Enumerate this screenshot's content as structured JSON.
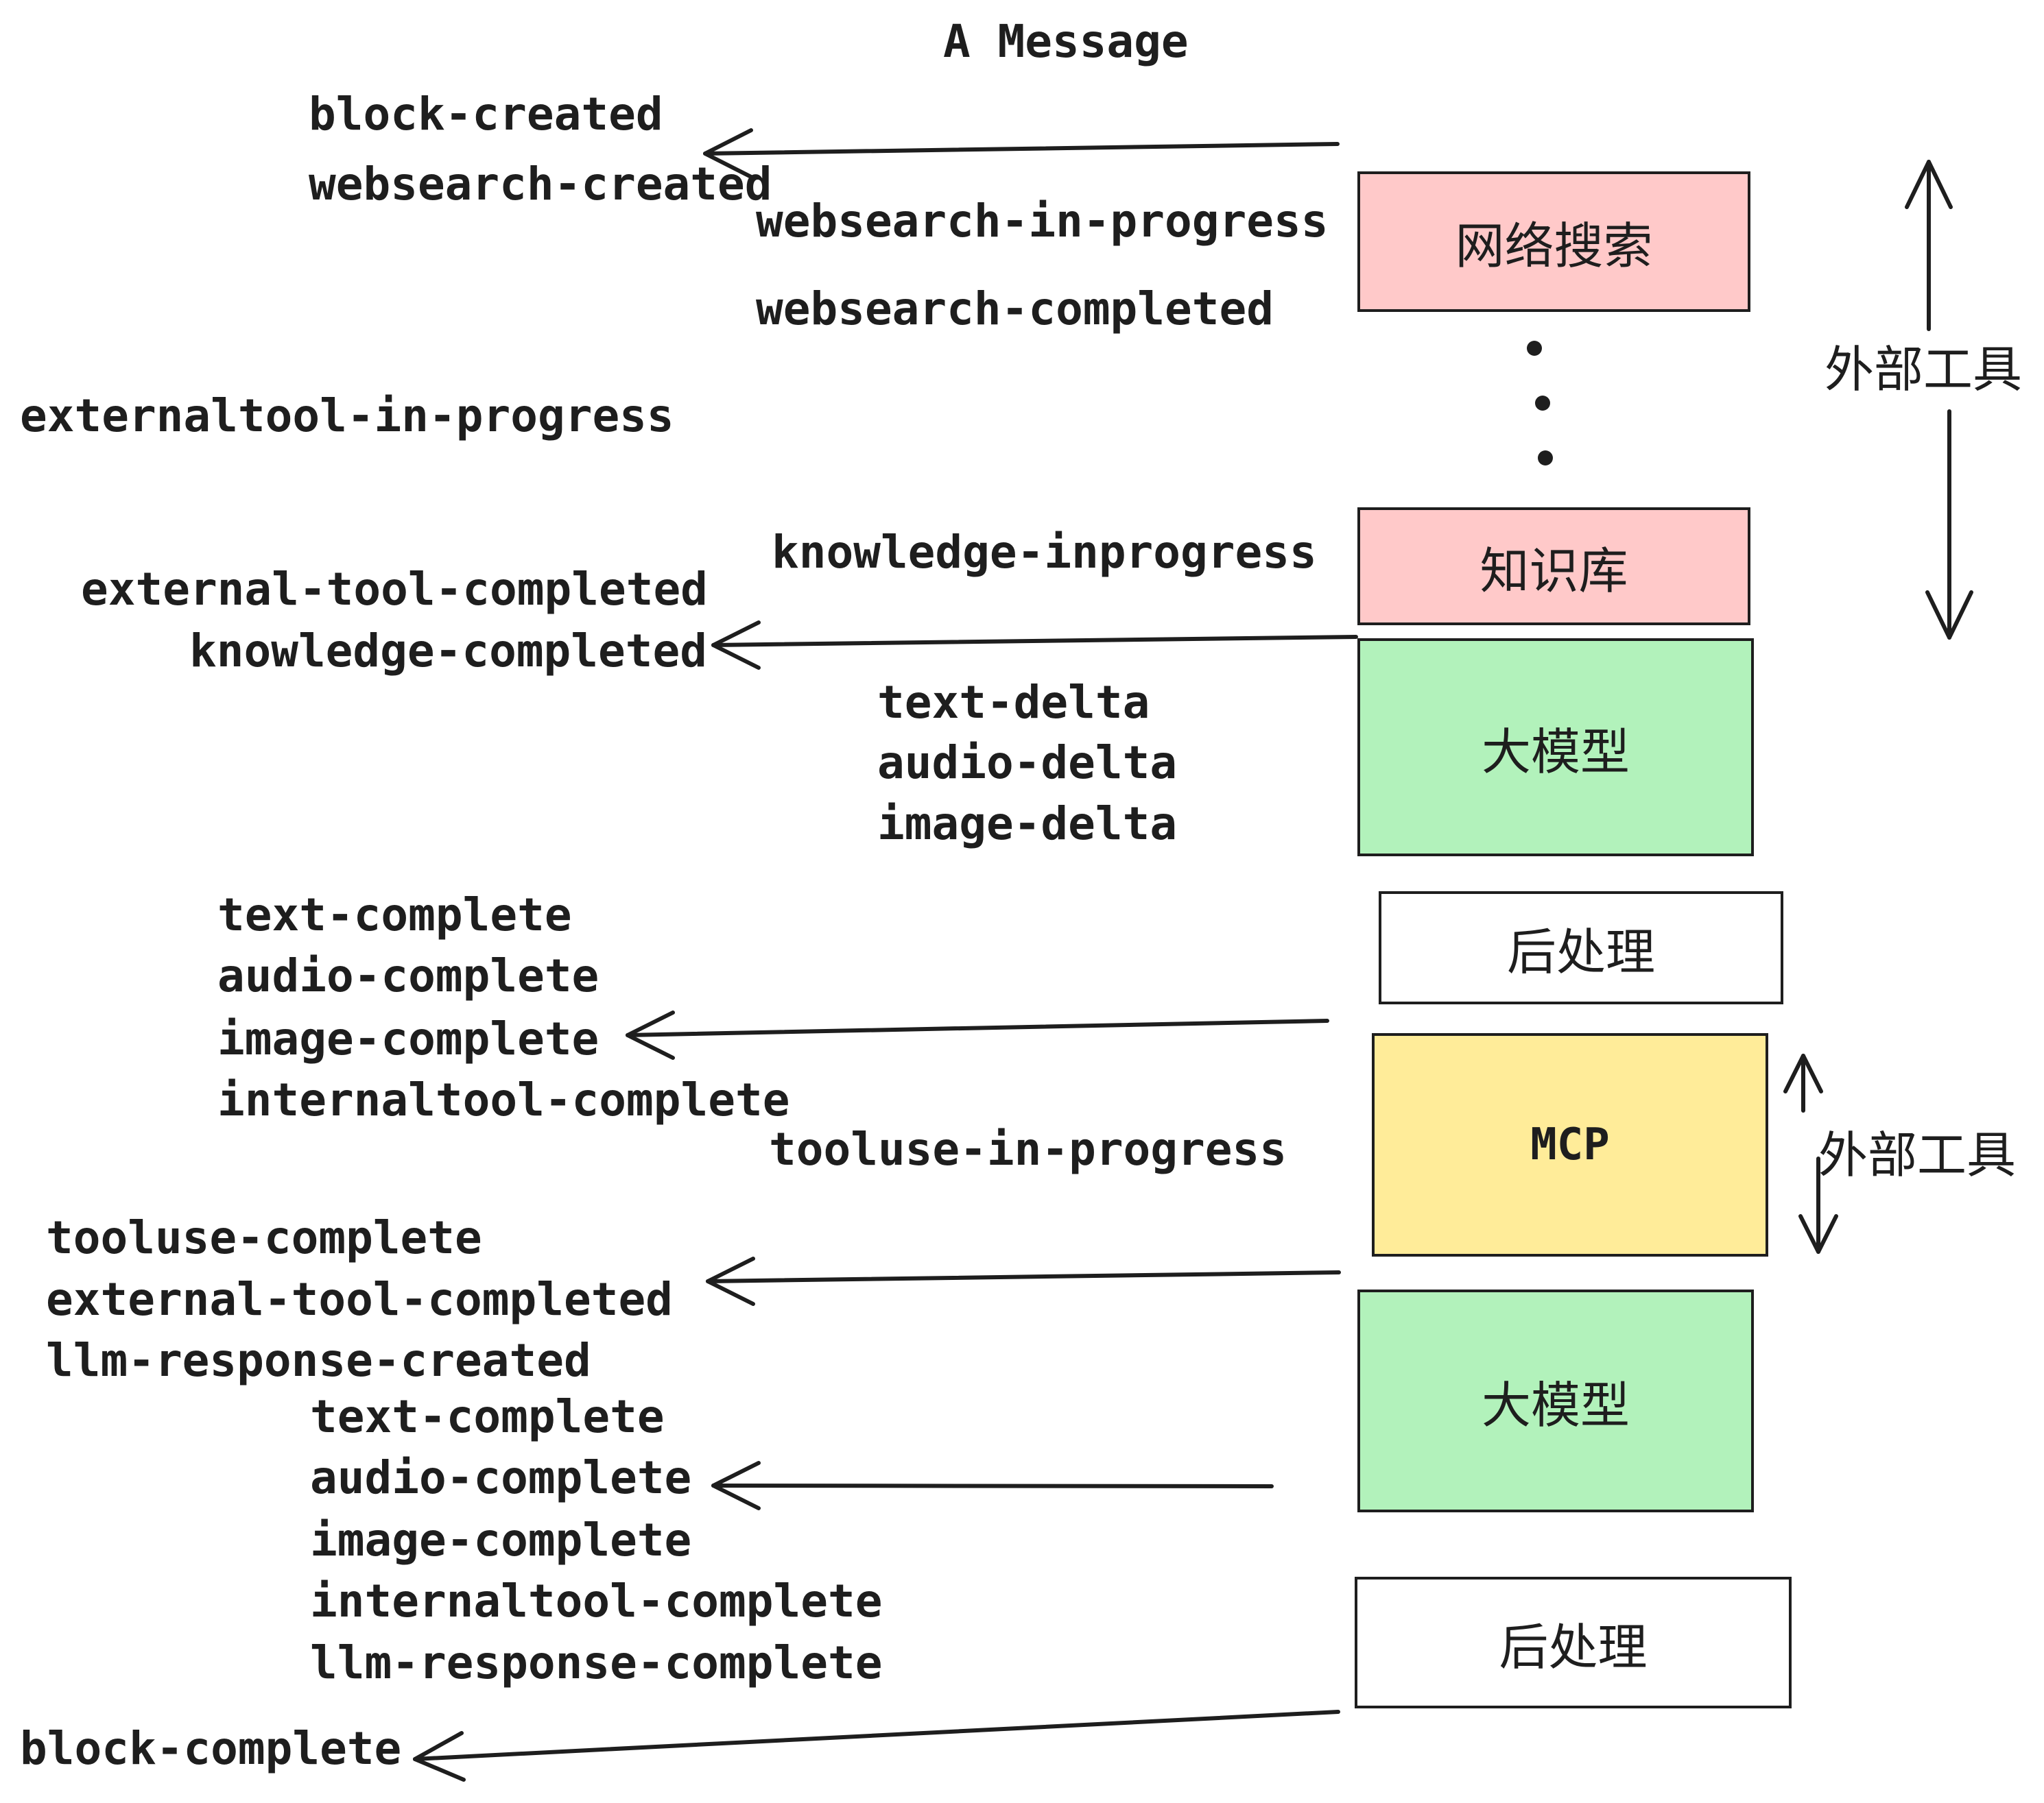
{
  "title": "A Message",
  "colors": {
    "background": "#ffffff",
    "ink": "#1e1e1e",
    "box_pink": "#ffc9c9",
    "box_green": "#b2f2bb",
    "box_yellow": "#ffec99",
    "box_white": "#ffffff"
  },
  "boxes": {
    "websearch": "网络搜索",
    "knowledge": "知识库",
    "llm1": "大模型",
    "post1": "后处理",
    "mcp": "MCP",
    "llm2": "大模型",
    "post2": "后处理"
  },
  "side_labels": {
    "external_tool_top": "外部工具",
    "external_tool_bottom": "外部工具"
  },
  "events": {
    "block_created": "block-created",
    "websearch_created": "websearch-created",
    "websearch_in_progress": "websearch-in-progress",
    "websearch_completed": "websearch-completed",
    "externaltool_in_progress": "externaltool-in-progress",
    "knowledge_inprogress": "knowledge-inprogress",
    "external_tool_completed_1": "external-tool-completed",
    "knowledge_completed": "knowledge-completed",
    "text_delta_1": "text-delta",
    "audio_delta_1": "audio-delta",
    "image_delta_1": "image-delta",
    "text_complete_1": "text-complete",
    "audio_complete_1": "audio-complete",
    "image_complete_1": "image-complete",
    "internaltool_complete_1": "internaltool-complete",
    "tooluse_in_progress": "tooluse-in-progress",
    "tooluse_complete": "tooluse-complete",
    "external_tool_completed_2": "external-tool-completed",
    "llm_response_created": "llm-response-created",
    "text_complete_2": "text-complete",
    "audio_complete_2": "audio-complete",
    "image_complete_2": "image-complete",
    "internaltool_complete_2": "internaltool-complete",
    "llm_response_complete": "llm-response-complete",
    "block_complete": "block-complete"
  }
}
